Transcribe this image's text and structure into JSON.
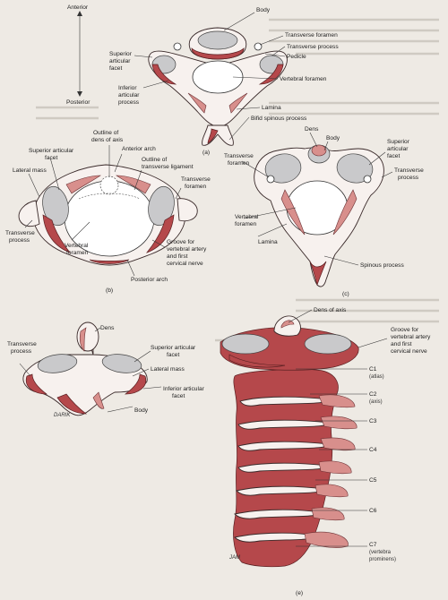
{
  "figure_a": {
    "panel_label": "(a)",
    "labels": {
      "anterior": "Anterior",
      "posterior": "Posterior",
      "body": "Body",
      "transverse_foramen": "Transverse foramen",
      "transverse_process": "Transverse process",
      "pedicle": "Pedicle",
      "superior_articular_facet_1": "Superior",
      "superior_articular_facet_2": "articular",
      "superior_articular_facet_3": "facet",
      "vertebral_foramen": "Vertebral foramen",
      "inferior_articular_process_1": "Inferior",
      "inferior_articular_process_2": "articular",
      "inferior_articular_process_3": "process",
      "lamina": "Lamina",
      "bifid_spinous_process": "Bifid spinous process"
    }
  },
  "figure_b": {
    "panel_label": "(b)",
    "labels": {
      "outline_dens_1": "Outline of",
      "outline_dens_2": "dens of axis",
      "anterior_arch": "Anterior arch",
      "outline_ligament_1": "Outline of",
      "outline_ligament_2": "transverse ligament",
      "superior_articular_facet_1": "Superior articular",
      "superior_articular_facet_2": "facet",
      "lateral_mass": "Lateral mass",
      "transverse_foramen_1": "Transverse",
      "transverse_foramen_2": "foramen",
      "transverse_process_1": "Transverse",
      "transverse_process_2": "process",
      "vertebral_foramen_1": "Vertebral",
      "vertebral_foramen_2": "foramen",
      "groove_1": "Groove for",
      "groove_2": "vertebral artery",
      "groove_3": "and first",
      "groove_4": "cervical nerve",
      "posterior_arch": "Posterior arch"
    }
  },
  "figure_c": {
    "panel_label": "(c)",
    "labels": {
      "dens": "Dens",
      "body": "Body",
      "superior_articular_facet_1": "Superior",
      "superior_articular_facet_2": "articular",
      "superior_articular_facet_3": "facet",
      "transverse_foramen_1": "Transverse",
      "transverse_foramen_2": "foramen",
      "transverse_process_1": "Transverse",
      "transverse_process_2": "process",
      "vertebral_foramen_1": "Vertebral",
      "vertebral_foramen_2": "foramen",
      "lamina": "Lamina",
      "spinous_process": "Spinous process"
    }
  },
  "figure_d": {
    "labels": {
      "dens": "Dens",
      "transverse_process_1": "Transverse",
      "transverse_process_2": "process",
      "superior_articular_facet_1": "Superior articular",
      "superior_articular_facet_2": "facet",
      "lateral_mass": "Lateral mass",
      "inferior_articular_facet_1": "Inferior articular",
      "inferior_articular_facet_2": "facet",
      "body": "Body",
      "signature": "DARIK"
    }
  },
  "figure_e": {
    "panel_label": "(e)",
    "labels": {
      "dens_of_axis": "Dens of axis",
      "groove_1": "Groove for",
      "groove_2": "vertebral artery",
      "groove_3": "and first",
      "groove_4": "cervical nerve",
      "c1": "C1",
      "c1_sub": "(atlas)",
      "c2": "C2",
      "c2_sub": "(axis)",
      "c3": "C3",
      "c4": "C4",
      "c5": "C5",
      "c6": "C6",
      "c7": "C7",
      "c7_sub_1": "(vertebra",
      "c7_sub_2": "prominens)",
      "signature": "JAM"
    }
  },
  "colors": {
    "paper": "#eeeae4",
    "bone": "#f7f1ee",
    "bone_red": "#b5484b",
    "facet_grey": "#c9c9cb"
  }
}
